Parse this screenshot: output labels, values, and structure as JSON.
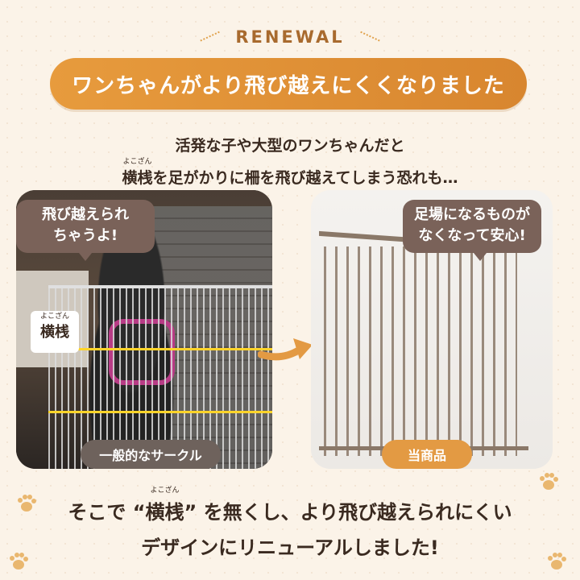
{
  "header": {
    "badge": "RENEWAL",
    "headline": "ワンちゃんがより飛び越えにくくなりました"
  },
  "intro": {
    "line1": "活発な子や大型のワンちゃんだと",
    "line2_ruby": "よこざん",
    "line2_kanji": "横桟",
    "line2_rest": "を足がかりに柵を飛び越えてしまう恐れも…"
  },
  "left_panel": {
    "bubble_line1": "飛び越えられ",
    "bubble_line2": "ちゃうよ!",
    "rail_ruby": "よこざん",
    "rail_label": "横桟",
    "caption": "一般的なサークル"
  },
  "right_panel": {
    "bubble_line1": "足場になるものが",
    "bubble_line2": "なくなって安心!",
    "caption": "当商品"
  },
  "closing": {
    "line1_pre": "そこで “",
    "line1_ruby": "よこざん",
    "line1_kanji": "横桟",
    "line1_post": "” を無くし、より飛び越えられにくい",
    "line2": "デザインにリニューアルしました!"
  },
  "colors": {
    "accent": "#e39a43",
    "bubble": "#7a6259",
    "caption_gray": "#6e625c"
  }
}
